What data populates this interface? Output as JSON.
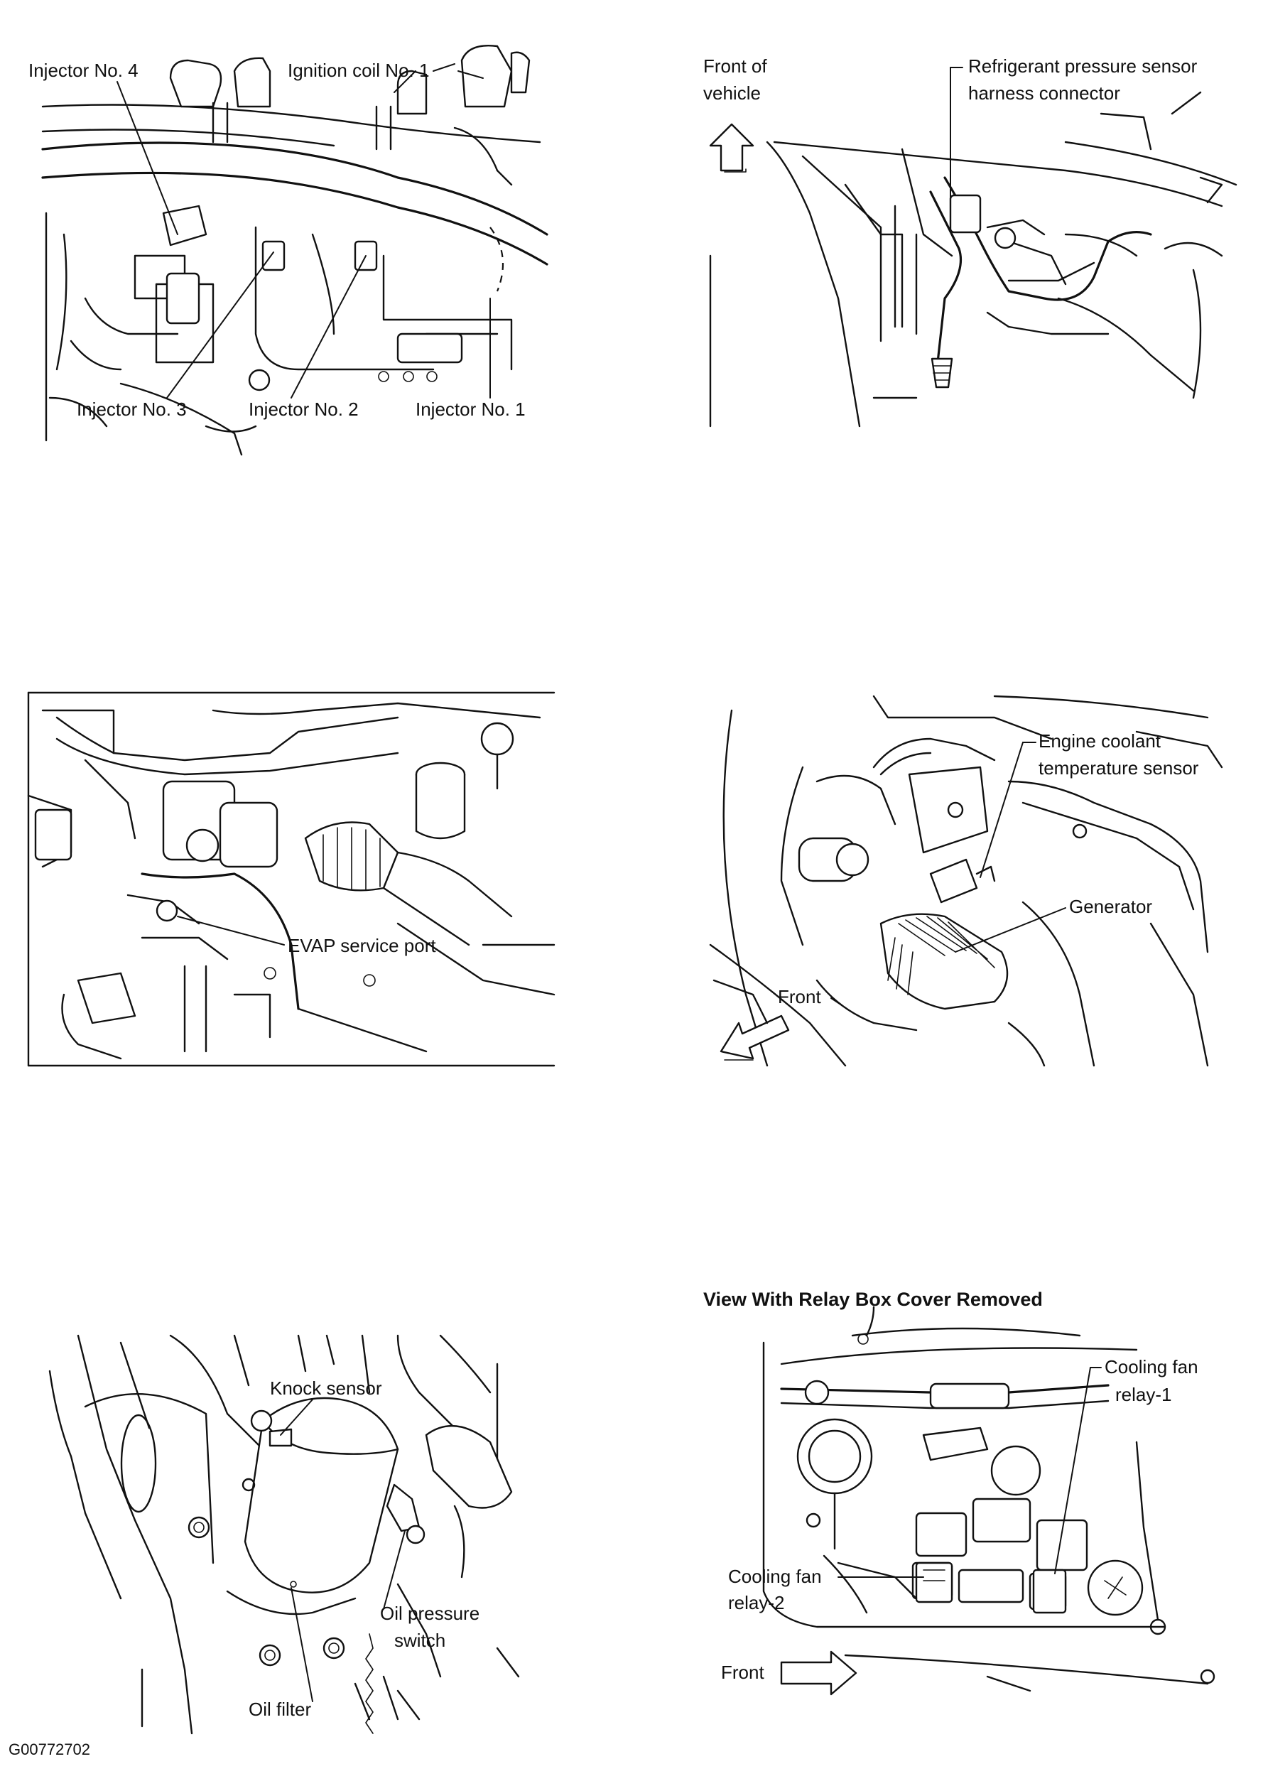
{
  "panel1": {
    "labels": {
      "injector4": "Injector No. 4",
      "ignition_coil1": "Ignition coil No. 1",
      "injector3": "Injector No. 3",
      "injector2": "Injector No. 2",
      "injector1": "Injector No. 1"
    }
  },
  "panel2": {
    "labels": {
      "front_of_vehicle_line1": "Front of",
      "front_of_vehicle_line2": "vehicle",
      "refrigerant_line1": "Refrigerant pressure sensor",
      "refrigerant_line2": "harness connector"
    }
  },
  "panel3": {
    "labels": {
      "evap_port": "EVAP service port"
    }
  },
  "panel4": {
    "labels": {
      "ect_line1": "Engine coolant",
      "ect_line2": "temperature sensor",
      "generator": "Generator",
      "front": "Front"
    }
  },
  "panel5": {
    "labels": {
      "knock_sensor": "Knock sensor",
      "oil_pressure_line1": "Oil pressure",
      "oil_pressure_line2": "switch",
      "oil_filter": "Oil filter"
    }
  },
  "panel6": {
    "title": "View With Relay Box Cover Removed",
    "labels": {
      "relay1_line1": "Cooling fan",
      "relay1_line2": "relay-1",
      "relay2_line1": "Cooling fan",
      "relay2_line2": "relay-2",
      "front": "Front"
    }
  },
  "figure_code": "G00772702"
}
